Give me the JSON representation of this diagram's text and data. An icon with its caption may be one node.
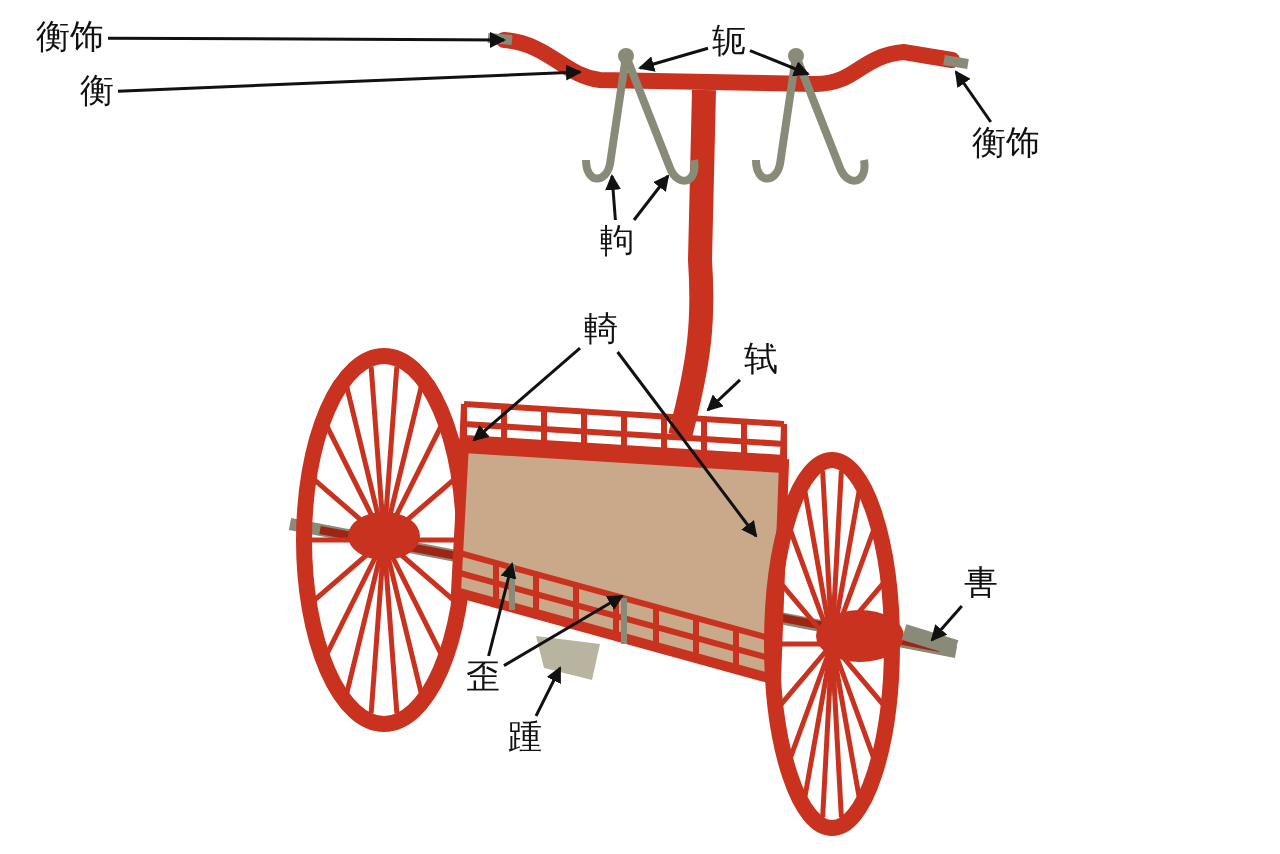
{
  "diagram": {
    "nodes": [
      {
        "text": [
          "衡饰"
        ]
      },
      {
        "text": [
          "衡"
        ]
      },
      {
        "text": [
          "轭"
        ]
      },
      {
        "text": [
          "衡饰"
        ]
      },
      {
        "text": [
          "軥"
        ]
      },
      {
        "text": [
          "輢"
        ]
      },
      {
        "text": [
          "轼"
        ]
      },
      {
        "text": [
          "軎"
        ]
      },
      {
        "text": [
          "歪"
        ]
      },
      {
        "text": [
          "踵"
        ]
      }
    ],
    "edges": [
      {
        "from": 0,
        "to": null,
        "arrow": "to"
      },
      {
        "from": 1,
        "to": null,
        "arrow": "to"
      },
      {
        "from": 2,
        "to": null,
        "arrow": "to"
      },
      {
        "from": 2,
        "to": null,
        "arrow": "to"
      },
      {
        "from": 3,
        "to": null,
        "arrow": "to"
      },
      {
        "from": 4,
        "to": null,
        "arrow": "to"
      },
      {
        "from": 4,
        "to": null,
        "arrow": "to"
      },
      {
        "from": 5,
        "to": null,
        "arrow": "to"
      },
      {
        "from": 5,
        "to": null,
        "arrow": "to"
      },
      {
        "from": 6,
        "to": null,
        "arrow": "to"
      },
      {
        "from": 7,
        "to": null,
        "arrow": "to"
      },
      {
        "from": 8,
        "to": null,
        "arrow": "to"
      },
      {
        "from": 8,
        "to": null,
        "arrow": "to"
      },
      {
        "from": 9,
        "to": null,
        "arrow": "to"
      }
    ]
  }
}
